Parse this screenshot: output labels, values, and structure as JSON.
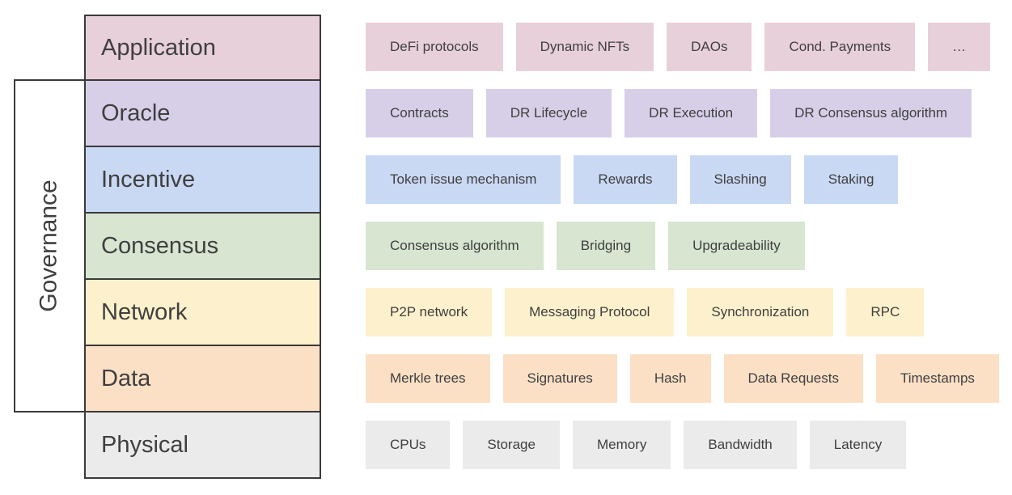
{
  "diagram": {
    "governance_label": "Governance",
    "layers": [
      {
        "name": "Application",
        "color": "#e8d0da",
        "components": [
          "DeFi protocols",
          "Dynamic NFTs",
          "DAOs",
          "Cond. Payments",
          "…"
        ]
      },
      {
        "name": "Oracle",
        "color": "#d7cfe8",
        "components": [
          "Contracts",
          "DR Lifecycle",
          "DR Execution",
          "DR Consensus algorithm"
        ]
      },
      {
        "name": "Incentive",
        "color": "#c9d8f3",
        "components": [
          "Token issue mechanism",
          "Rewards",
          "Slashing",
          "Staking"
        ]
      },
      {
        "name": "Consensus",
        "color": "#d7e5d1",
        "components": [
          "Consensus algorithm",
          "Bridging",
          "Upgradeability"
        ]
      },
      {
        "name": "Network",
        "color": "#fdf0cc",
        "components": [
          "P2P network",
          "Messaging Protocol",
          "Synchronization",
          "RPC"
        ]
      },
      {
        "name": "Data",
        "color": "#fbe0c6",
        "components": [
          "Merkle trees",
          "Signatures",
          "Hash",
          "Data Requests",
          "Timestamps"
        ]
      },
      {
        "name": "Physical",
        "color": "#ebebeb",
        "components": [
          "CPUs",
          "Storage",
          "Memory",
          "Bandwidth",
          "Latency"
        ]
      }
    ],
    "style": {
      "border_color": "#3a3a3a",
      "text_color": "#3f3f3f",
      "background": "#ffffff"
    }
  }
}
